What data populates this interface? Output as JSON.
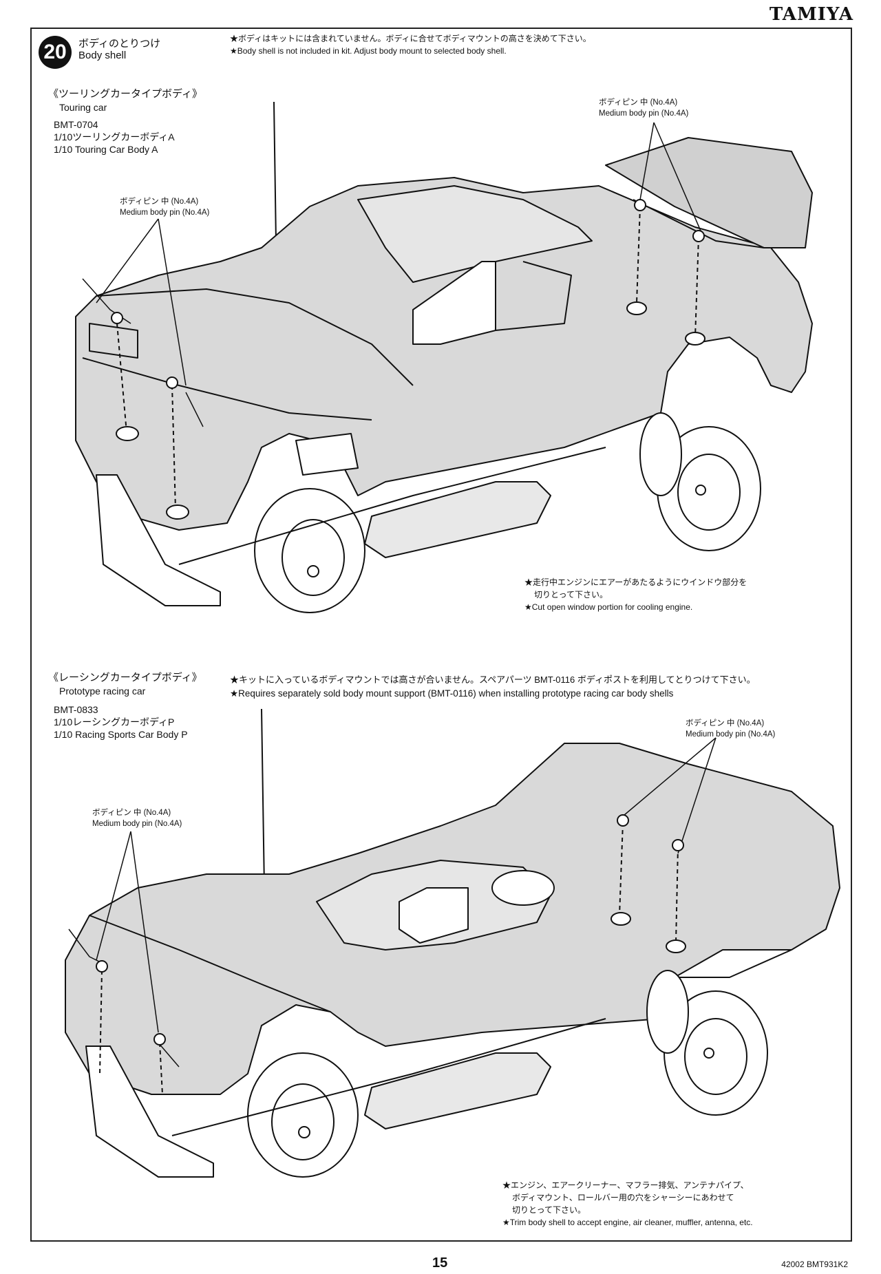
{
  "brand": "TAMIYA",
  "step": {
    "number": "20",
    "title_ja": "ボディのとりつけ",
    "title_en": "Body shell",
    "note_ja": "★ボディはキットには含まれていません。ボディに合せてボディマウントの高さを決めて下さい。",
    "note_en": "★Body shell is not included in kit. Adjust body mount to selected body shell."
  },
  "touring": {
    "heading_ja": "《ツーリングカータイプボディ》",
    "heading_en": "Touring car",
    "code": "BMT-0704",
    "name_ja": "1/10ツーリングカーボディA",
    "name_en": "1/10 Touring Car Body A",
    "pin_left_ja": "ボディピン 中 (No.4A)",
    "pin_left_en": "Medium body pin (No.4A)",
    "pin_right_ja": "ボディピン 中 (No.4A)",
    "pin_right_en": "Medium body pin (No.4A)",
    "window_note_ja1": "★走行中エンジンにエアーがあたるようにウインドウ部分を",
    "window_note_ja2": "切りとって下さい。",
    "window_note_en": "★Cut open window portion for cooling engine."
  },
  "racing": {
    "heading_ja": "《レーシングカータイプボディ》",
    "heading_en": "Prototype racing car",
    "code": "BMT-0833",
    "name_ja": "1/10レーシングカーボディP",
    "name_en": "1/10 Racing Sports Car Body P",
    "note_ja": "★キットに入っているボディマウントでは高さが合いません。スペアパーツ BMT-0116 ボディポストを利用してとりつけて下さい。",
    "note_en": "★Requires separately sold body mount support (BMT-0116) when installing prototype racing car body shells",
    "pin_left_ja": "ボディピン 中 (No.4A)",
    "pin_left_en": "Medium body pin (No.4A)",
    "pin_right_ja": "ボディピン 中 (No.4A)",
    "pin_right_en": "Medium body pin (No.4A)",
    "trim_note_ja1": "★エンジン、エアークリーナー、マフラー排気、アンテナパイプ、",
    "trim_note_ja2": "ボディマウント、ロールバー用の穴をシャーシーにあわせて",
    "trim_note_ja3": "切りとって下さい。",
    "trim_note_en": "★Trim body shell to accept engine, air cleaner, muffler, antenna, etc."
  },
  "page_number": "15",
  "doc_code": "42002 BMT931K2"
}
